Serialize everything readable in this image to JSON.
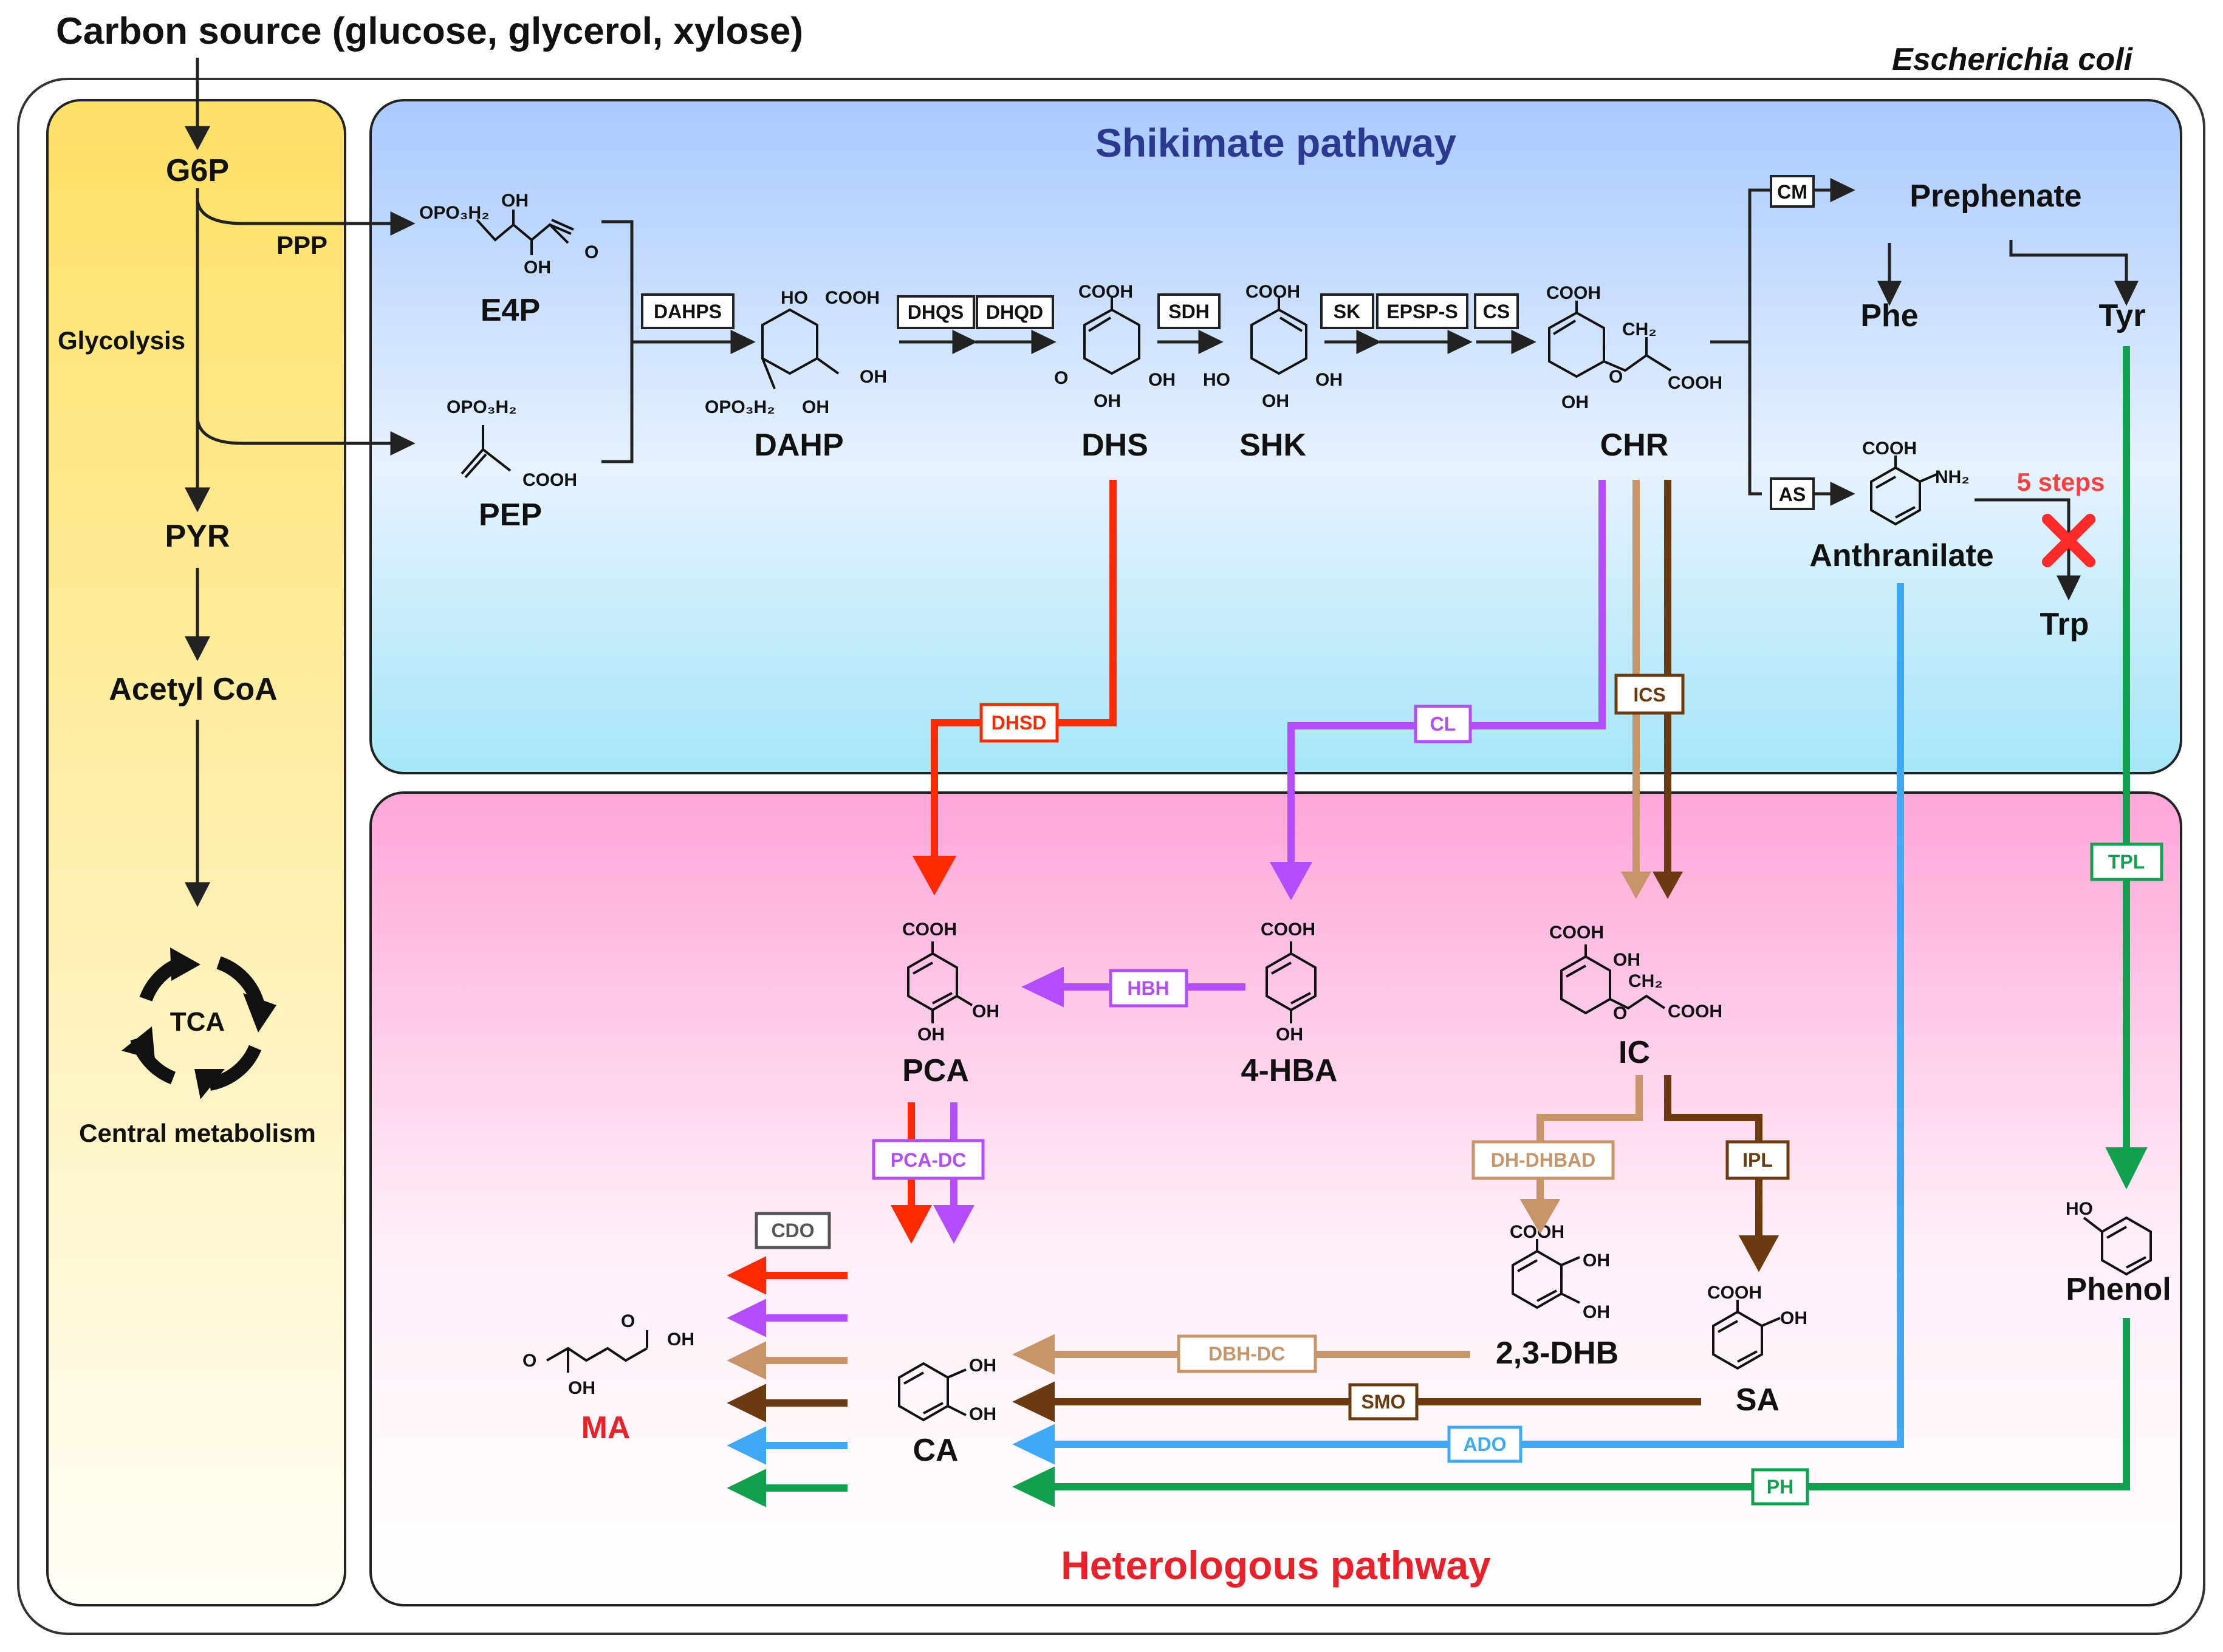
{
  "title": "Carbon source (glucose, glycerol, xylose)",
  "organism": "Escherichia coli",
  "sections": {
    "shikimate": "Shikimate pathway",
    "heterologous": "Heterologous pathway"
  },
  "central": {
    "metabolites": [
      "G6P",
      "PYR",
      "Acetyl CoA",
      "TCA",
      "Central metabolism"
    ],
    "labels": [
      "PPP",
      "Glycolysis"
    ]
  },
  "shikimate": {
    "metabolites": [
      "E4P",
      "PEP",
      "DAHP",
      "DHS",
      "SHK",
      "CHR",
      "Prephenate",
      "Phe",
      "Tyr",
      "Anthranilate",
      "Trp"
    ],
    "enzymes": [
      "DAHPS",
      "DHQS",
      "DHQD",
      "SDH",
      "SK",
      "EPSP-S",
      "CS",
      "CM",
      "AS"
    ],
    "blocked_note": "5 steps"
  },
  "heterologous": {
    "metabolites": [
      "PCA",
      "4-HBA",
      "IC",
      "2,3-DHB",
      "SA",
      "Phenol",
      "CA",
      "MA"
    ],
    "enzymes": {
      "DHSD": "DHSD",
      "CL": "CL",
      "ICS": "ICS",
      "TPL": "TPL",
      "HBH": "HBH",
      "PCADC": "PCA-DC",
      "DHDHBAD": "DH-DHBAD",
      "IPL": "IPL",
      "CDO": "CDO",
      "DBHDC": "DBH-DC",
      "SMO": "SMO",
      "ADO": "ADO",
      "PH": "PH"
    }
  },
  "structure_labels": {
    "cooh": "COOH",
    "oh": "OH",
    "ho": "HO",
    "o": "O",
    "opo3h2": "OPO₃H₂",
    "ch2": "CH₂",
    "nh2": "NH₂"
  },
  "colors": {
    "dhs_route": "#ff2a00",
    "hba_route": "#b44dff",
    "dhb_route": "#c8946a",
    "sa_route": "#6b3a10",
    "anthranilate_route": "#3fa9f5",
    "phenol_route": "#10a050",
    "shikimate_title": "#2b3a8f",
    "heterologous_title": "#e8212a",
    "blocked": "#ff2a2a",
    "ma": "#e8212a"
  }
}
